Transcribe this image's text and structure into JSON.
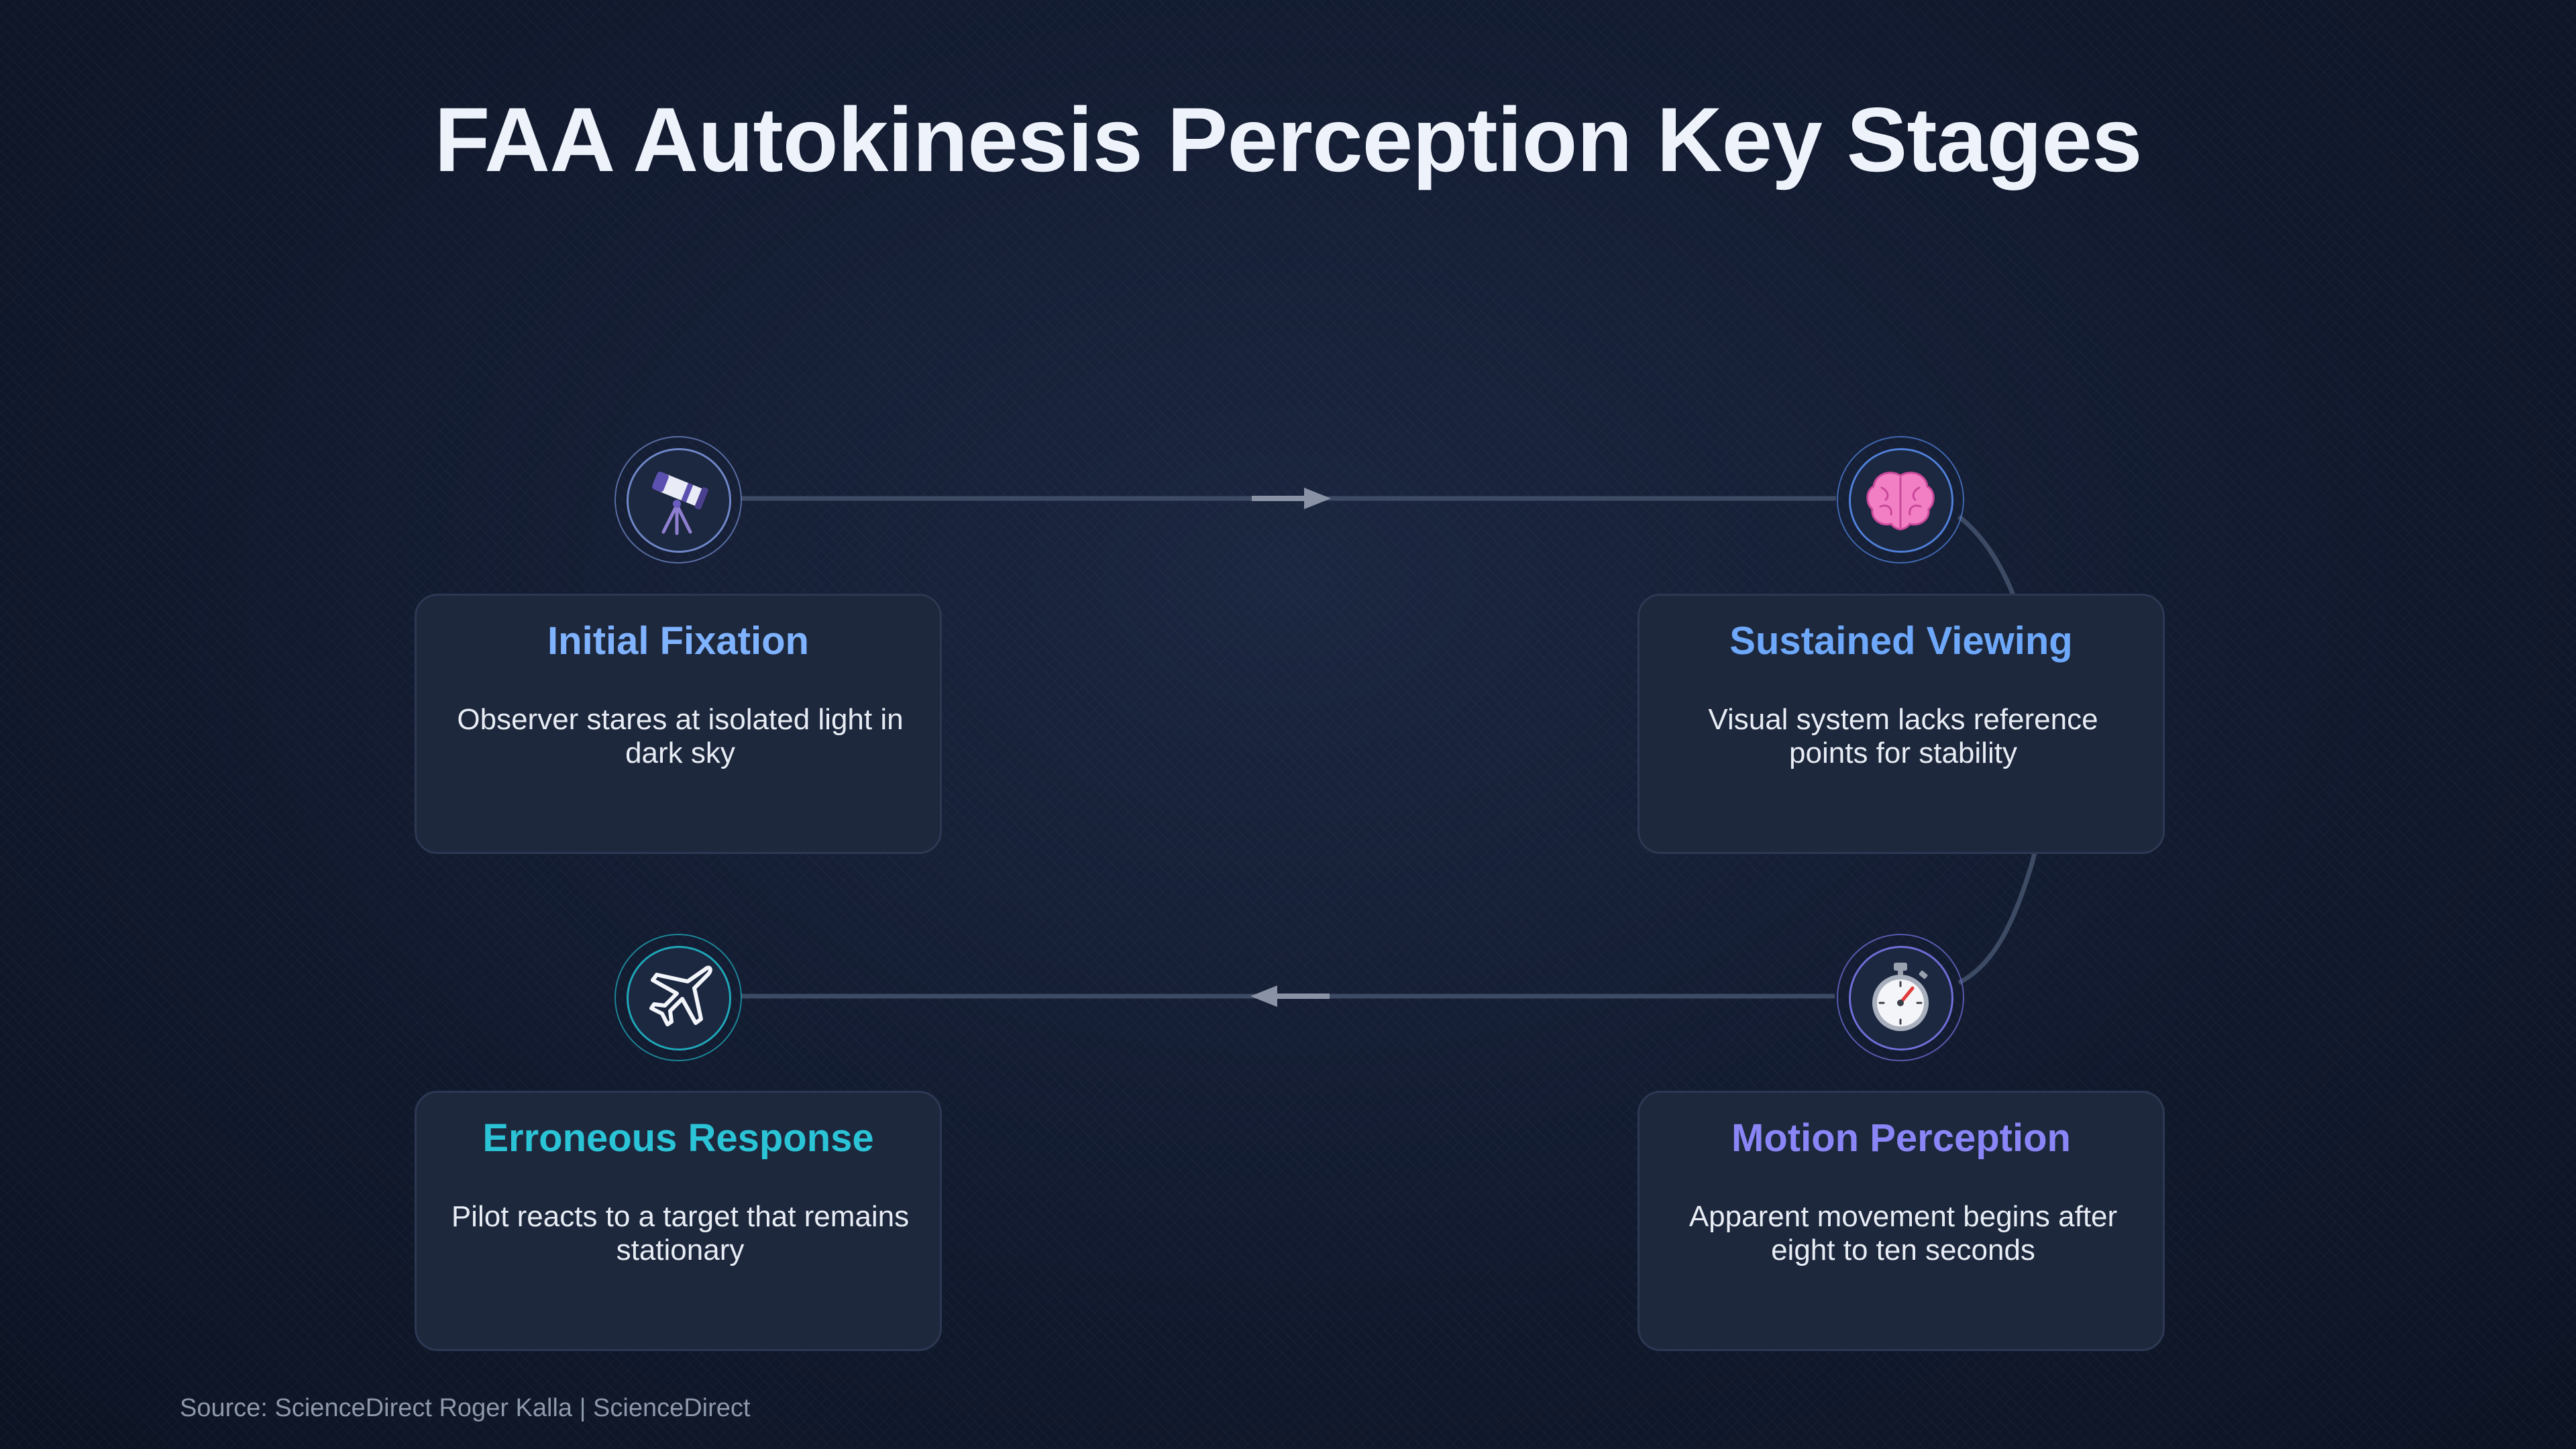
{
  "title": "FAA Autokinesis Perception Key Stages",
  "stages": [
    {
      "title": "Initial Fixation",
      "description": "Observer stares at isolated light in dark sky",
      "icon": "telescope-icon",
      "color": "#7fb2ff"
    },
    {
      "title": "Sustained Viewing",
      "description": "Visual system lacks reference points for stability",
      "icon": "brain-icon",
      "color": "#6ea8fb"
    },
    {
      "title": "Motion Perception",
      "description": "Apparent movement begins after eight to ten seconds",
      "icon": "stopwatch-icon",
      "color": "#8a86f7"
    },
    {
      "title": "Erroneous Response",
      "description": "Pilot reacts to a target that remains stationary",
      "icon": "airplane-icon",
      "color": "#2bc3d6"
    }
  ],
  "source": "Source: ScienceDirect Roger Kalla | ScienceDirect"
}
